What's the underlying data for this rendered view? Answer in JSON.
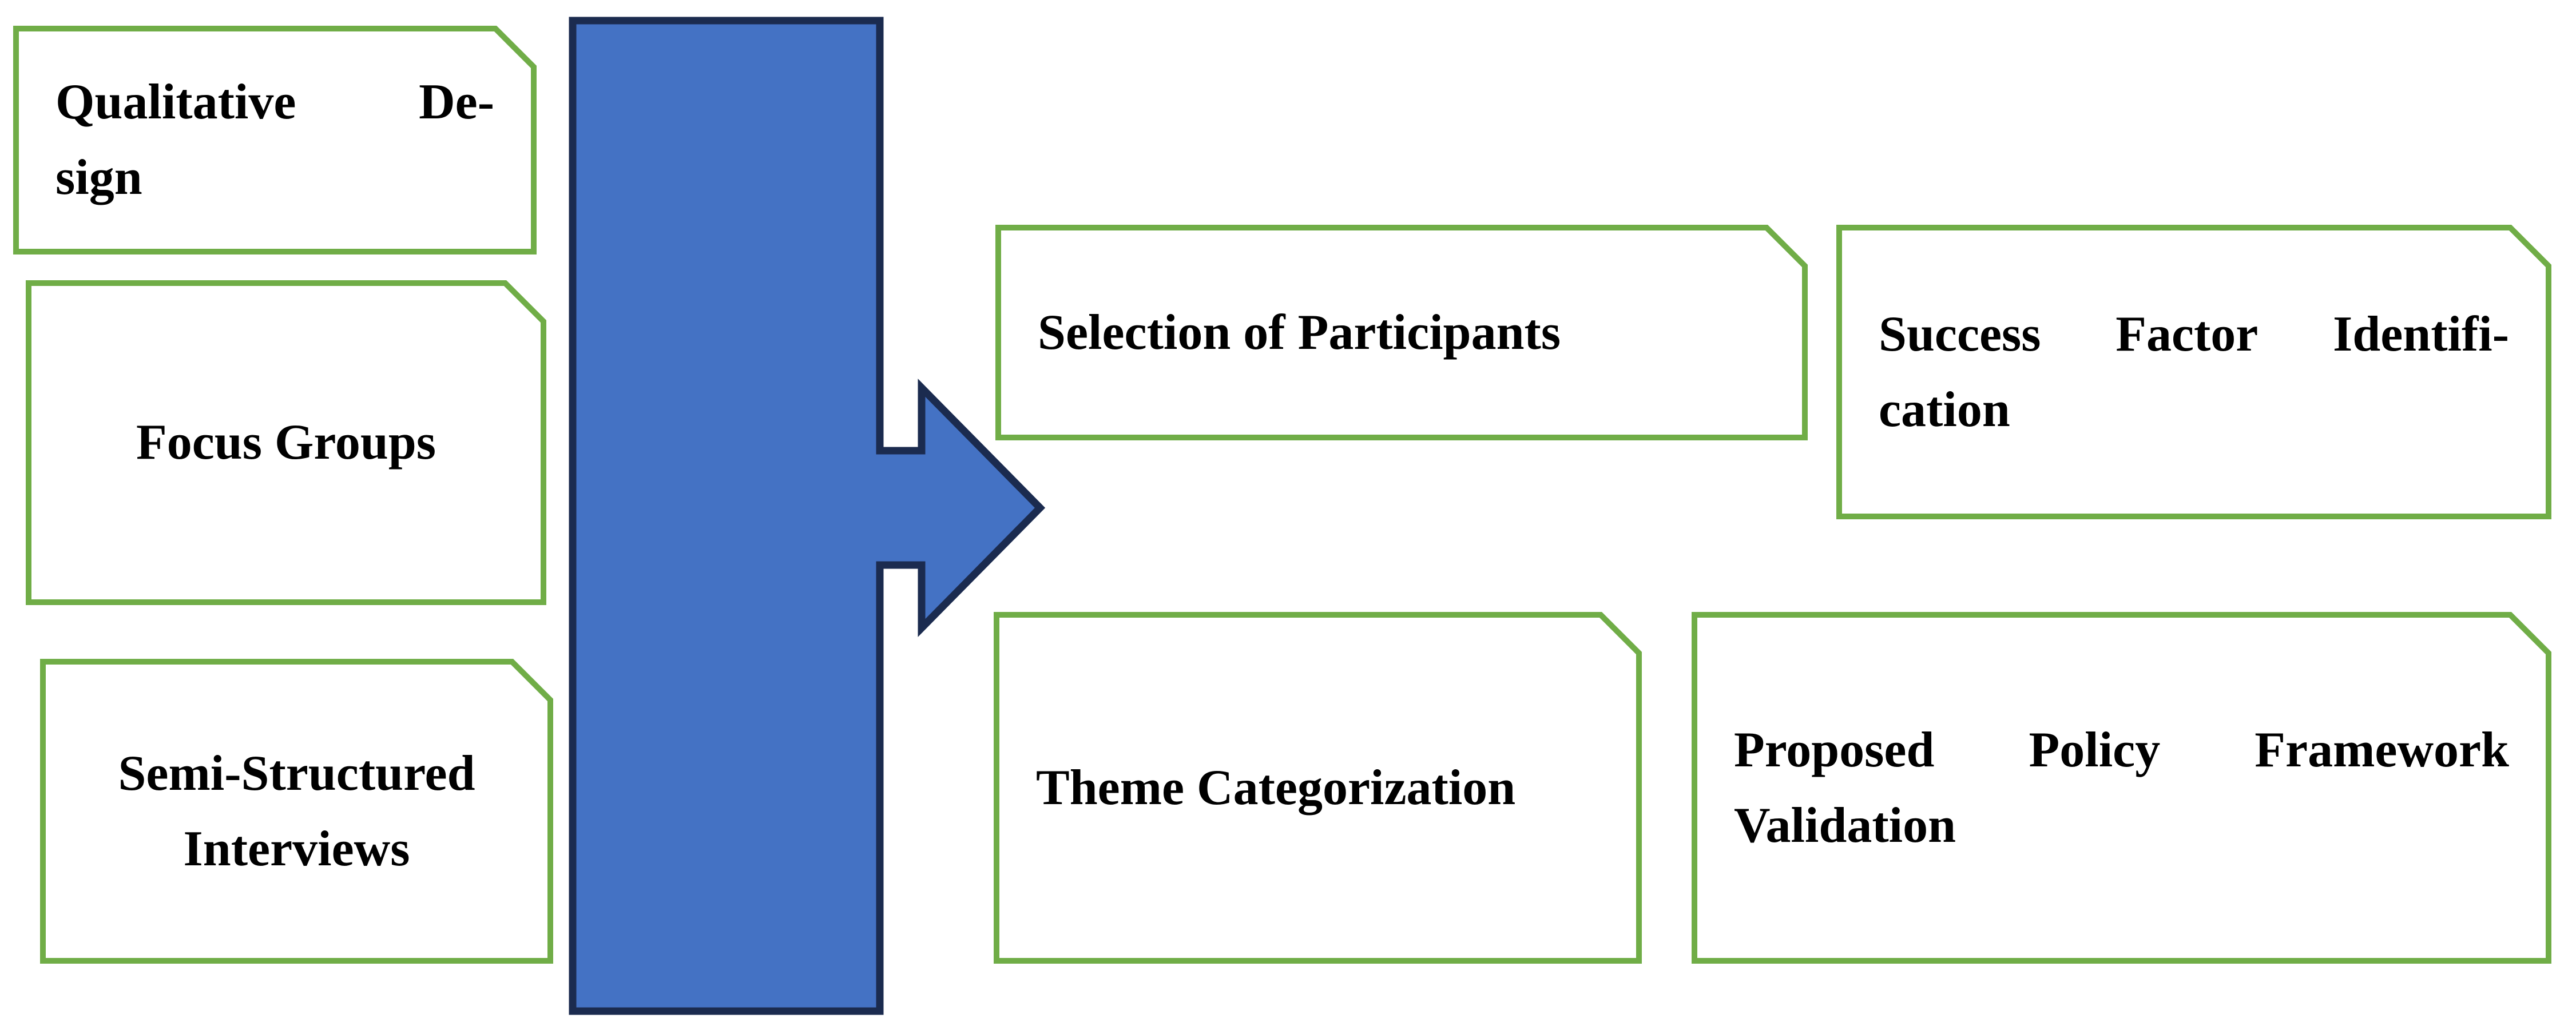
{
  "figure": {
    "description_label": "qualitative research methodology flow diagram",
    "boxes": {
      "qualitative_design": {
        "lines": [
          [
            "Qualitative",
            "De-"
          ],
          "sign"
        ]
      },
      "focus_groups": {
        "lines": [
          "Focus Groups"
        ]
      },
      "semi_structured_interviews": {
        "lines": [
          "Semi-Structured",
          "Interviews"
        ]
      },
      "selection_of_participants": {
        "lines": [
          "Selection of Participants"
        ]
      },
      "success_factor_identification": {
        "lines": [
          [
            "Success",
            "Factor",
            "Identifi-"
          ],
          "cation"
        ]
      },
      "theme_categorization": {
        "lines": [
          "Theme Categorization"
        ]
      },
      "proposed_policy_framework_validation": {
        "lines": [
          [
            "Proposed",
            "Policy",
            "Framework"
          ],
          "Validation"
        ]
      }
    },
    "colors": {
      "box_border_green": "#70AD47",
      "box_fill": "#ffffff",
      "arrow_fill": "#4472C4",
      "arrow_outline": "#1B2B4F",
      "text": "#000000"
    }
  }
}
